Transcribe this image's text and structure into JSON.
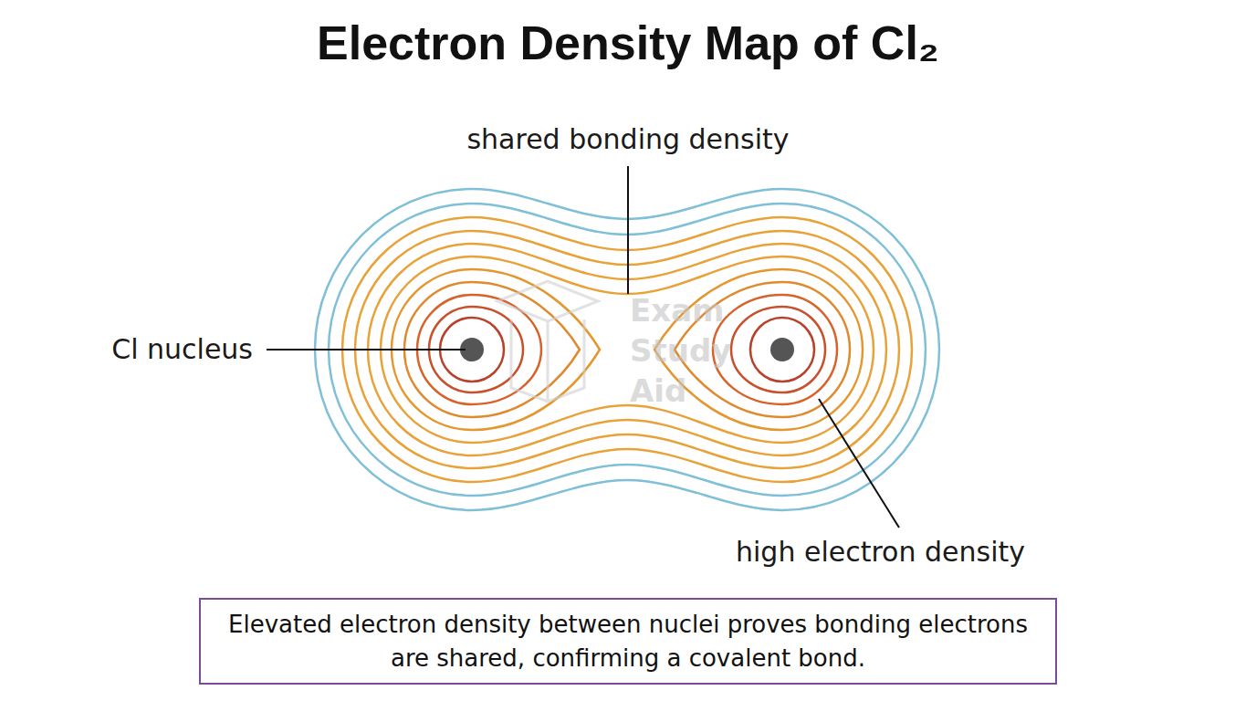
{
  "diagram": {
    "title": "Electron Density Map of Cl₂",
    "caption": "Elevated electron density between nuclei proves bonding electrons are shared, confirming a covalent bond.",
    "labels": [
      "shared bonding density",
      "Cl nucleus",
      "high electron density",
      "Exam Study Aid"
    ]
  }
}
